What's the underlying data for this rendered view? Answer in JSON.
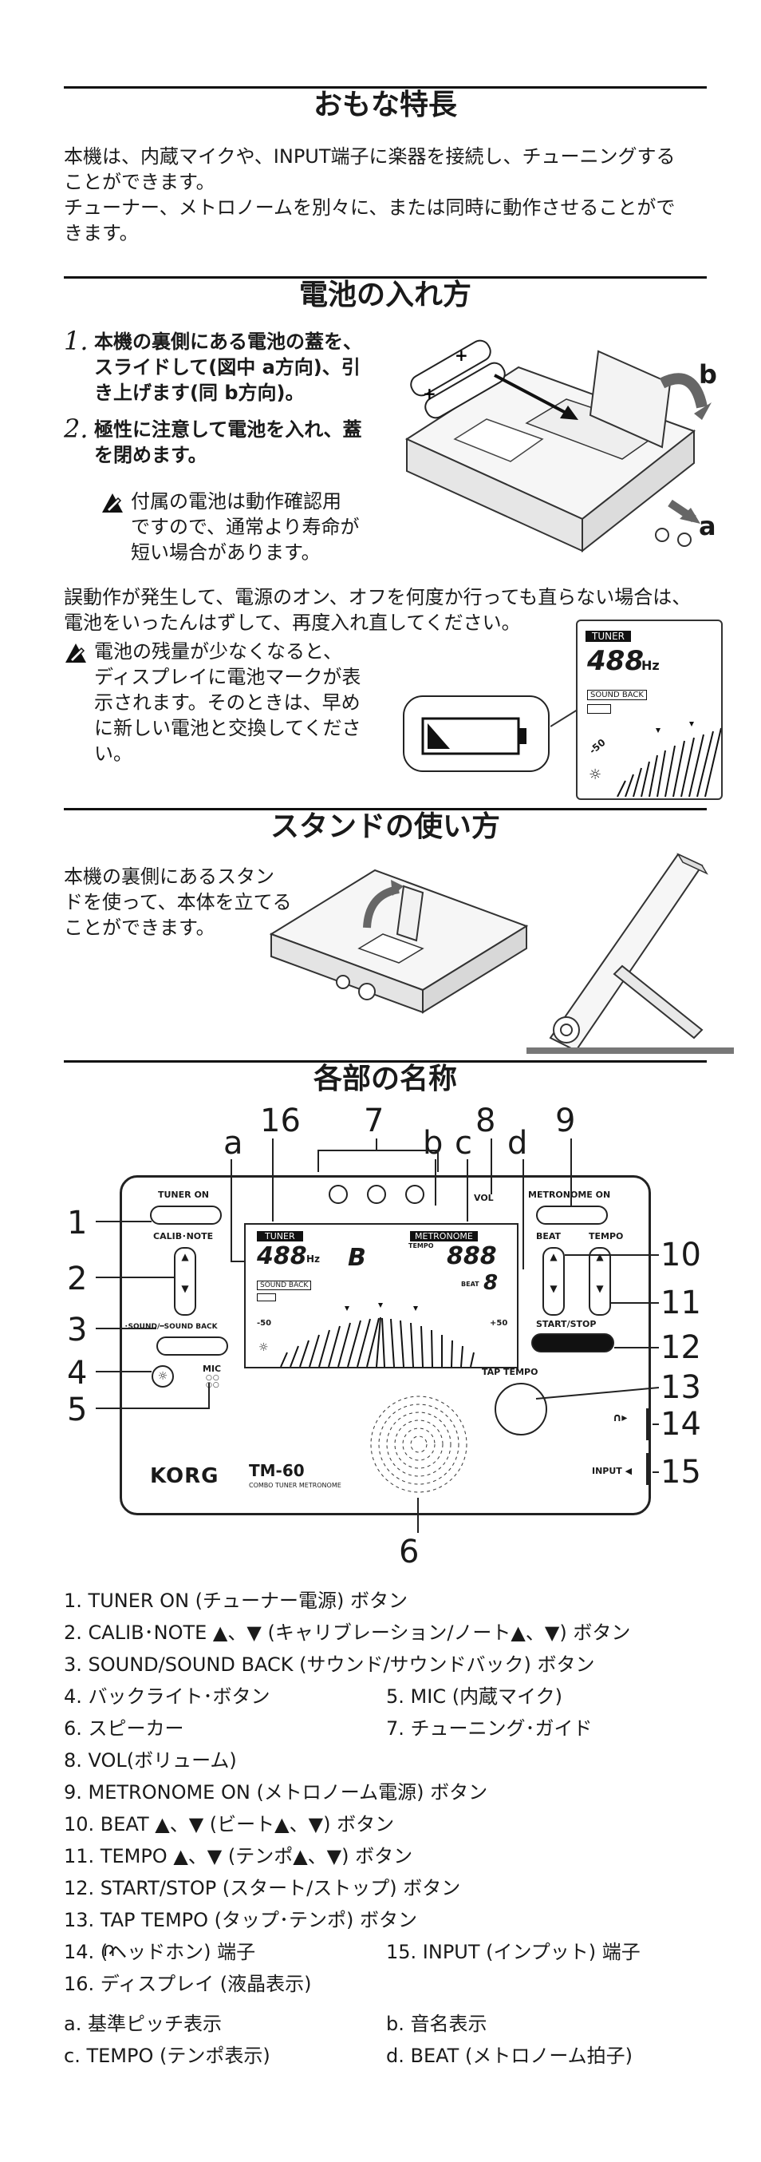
{
  "sections": {
    "features": {
      "title": "おもな特長",
      "body": "本機は、内蔵マイクや、INPUT端子に楽器を接続し、チューニングする\nことができます。\nチューナー、メトロノームを別々に、または同時に動作させることがで\nきます。"
    },
    "battery": {
      "title": "電池の入れ方",
      "steps": [
        {
          "num": "1.",
          "text": "本機の裏側にある電池の蓋を、\nスライドして(図中 a方向)、引\nき上げます(同 b方向)。"
        },
        {
          "num": "2.",
          "text": "極性に注意して電池を入れ、蓋\nを閉めます。"
        }
      ],
      "note1": "付属の電池は動作確認用\nですので、通常より寿命が\n短い場合があります。",
      "diagram_labels": {
        "a": "a",
        "b": "b"
      },
      "malfunction": "誤動作が発生して、電源のオン、オフを何度か行っても直らない場合は、\n電池をいったんはずして、再度入れ直してください。",
      "note2": "電池の残量が少なくなると、\nディスプレイに電池マークが表\n示されます。そのときは、早め\nに新しい電池と交換してくださ\nい。",
      "mini_display": {
        "tuner": "TUNER",
        "value": "488",
        "unit": "Hz",
        "sound_back": "SOUND BACK",
        "minus50": "-50"
      }
    },
    "stand": {
      "title": "スタンドの使い方",
      "body": "本機の裏側にあるスタン\nドを使って、本体を立てる\nことができます。"
    },
    "parts": {
      "title": "各部の名称",
      "callouts": [
        "1",
        "2",
        "3",
        "4",
        "5",
        "6",
        "7",
        "8",
        "9",
        "10",
        "11",
        "12",
        "13",
        "14",
        "15",
        "16",
        "a",
        "b",
        "c",
        "d"
      ],
      "device": {
        "tuner_on": "TUNER ON",
        "calib_note": "CALIB･NOTE",
        "sound_back": "･SOUND/━SOUND BACK",
        "mic": "MIC",
        "korg": "KORG",
        "model": "TM-60",
        "subtitle": "COMBO TUNER METRONOME",
        "metronome_on": "METRONOME ON",
        "vol": "VOL",
        "beat": "BEAT",
        "tempo": "TEMPO",
        "start_stop": "START/STOP",
        "tap_tempo": "TAP TEMPO",
        "input": "INPUT ◀",
        "display_tuner": "TUNER",
        "display_hz_value": "488",
        "display_hz": "Hz",
        "display_metronome": "METRONOME",
        "display_tempo_small": "TEMPO",
        "display_tempo_value": "888",
        "display_beat_small": "BEAT",
        "display_beat_value": "8",
        "display_note": "B",
        "display_sound_back": "SOUND BACK",
        "display_minus50": "-50",
        "display_plus50": "+50"
      },
      "list": [
        {
          "left": "1.  TUNER ON (チューナー電源) ボタン"
        },
        {
          "left": "2.  CALIB･NOTE ▲、▼ (キャリブレーション/ノート▲、▼) ボタン"
        },
        {
          "left": "3.  SOUND/SOUND BACK (サウンド/サウンドバック) ボタン"
        },
        {
          "left": "4.  バックライト･ボタン",
          "right": "5.  MIC (内蔵マイク)"
        },
        {
          "left": "6.  スピーカー",
          "right": "7.  チューニング･ガイド"
        },
        {
          "left": "8.  VOL(ボリューム)"
        },
        {
          "left": "9.  METRONOME ON (メトロノーム電源) ボタン"
        },
        {
          "left": "10. BEAT ▲、▼ (ビート▲、▼) ボタン"
        },
        {
          "left": "11. TEMPO ▲、▼ (テンポ▲、▼) ボタン"
        },
        {
          "left": "12. START/STOP (スタート/ストップ) ボタン"
        },
        {
          "left": "13. TAP TEMPO (タップ･テンポ) ボタン"
        },
        {
          "left": "14.     (ヘッドホン) 端子",
          "right": "15. INPUT (インプット) 端子"
        },
        {
          "left": "16. ディスプレイ (液晶表示)"
        },
        {
          "left": "a.  基準ピッチ表示",
          "right": "b.  音名表示"
        },
        {
          "left": "c.  TEMPO (テンポ表示)",
          "right": "d.  BEAT (メトロノーム拍子)"
        }
      ]
    }
  }
}
